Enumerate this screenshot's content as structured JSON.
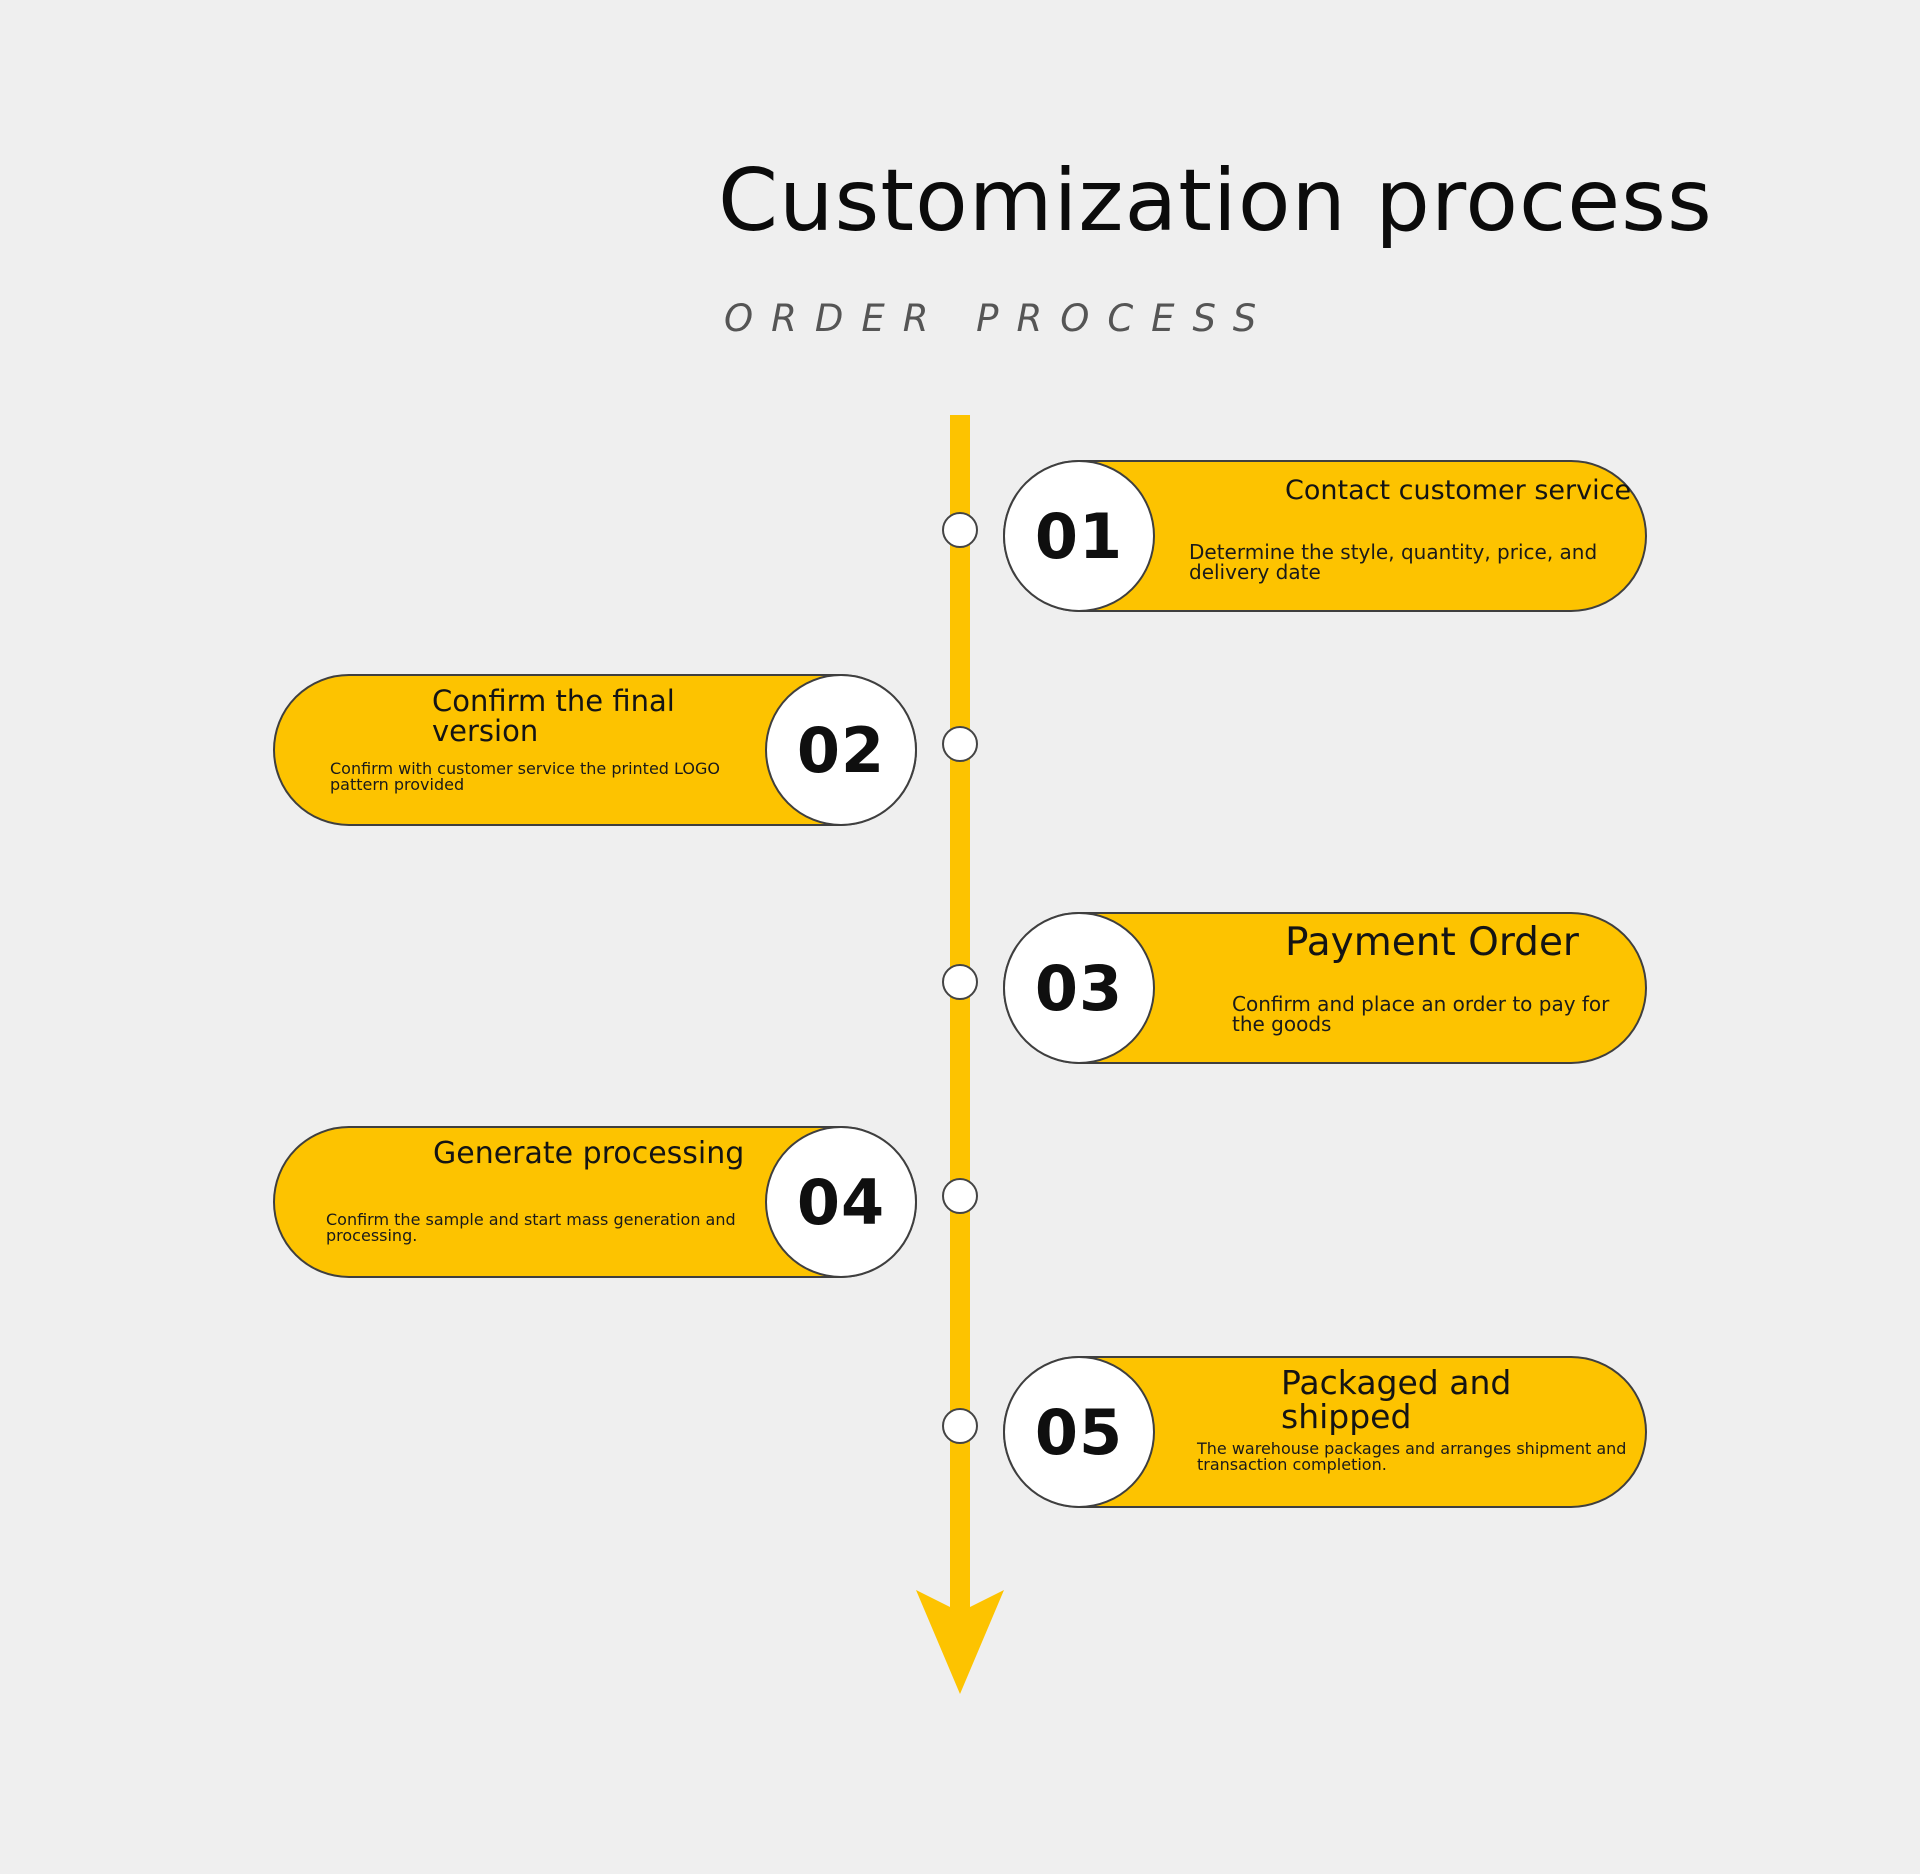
{
  "header": {
    "title": "Customization process",
    "subtitle": "ORDER PROCESS"
  },
  "colors": {
    "accent": "#fdc300",
    "background": "#efefef",
    "outline": "#3f3f3f",
    "circle_fill": "#ffffff"
  },
  "steps": [
    {
      "number": "01",
      "title": "Contact customer service",
      "description": "Determine the style, quantity, price, and delivery date"
    },
    {
      "number": "02",
      "title": "Confirm the final version",
      "description": "Confirm with customer service the printed LOGO pattern provided"
    },
    {
      "number": "03",
      "title": "Payment Order",
      "description": "Confirm and place an order to pay for the goods"
    },
    {
      "number": "04",
      "title": "Generate processing",
      "description": "Confirm the sample and start mass generation and processing."
    },
    {
      "number": "05",
      "title": "Packaged and shipped",
      "description": "The warehouse packages and arranges shipment and transaction completion."
    }
  ]
}
